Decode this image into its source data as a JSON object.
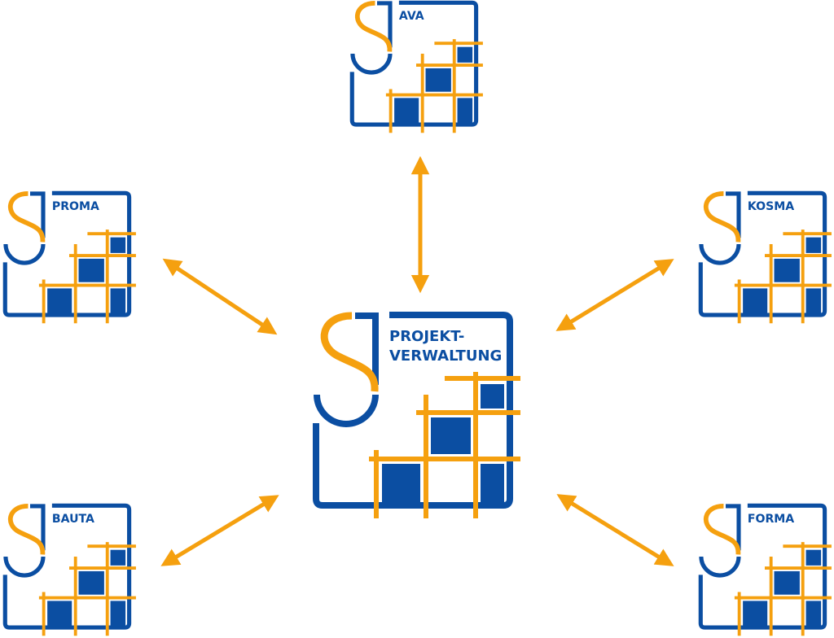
{
  "colors": {
    "blue": "#0b4ea2",
    "orange": "#f5a00f"
  },
  "center": {
    "line1": "PROJEKT-",
    "line2": "VERWALTUNG"
  },
  "modules": {
    "ava": "AVA",
    "proma": "PROMA",
    "kosma": "KOSMA",
    "bauta": "BAUTA",
    "forma": "FORMA"
  }
}
